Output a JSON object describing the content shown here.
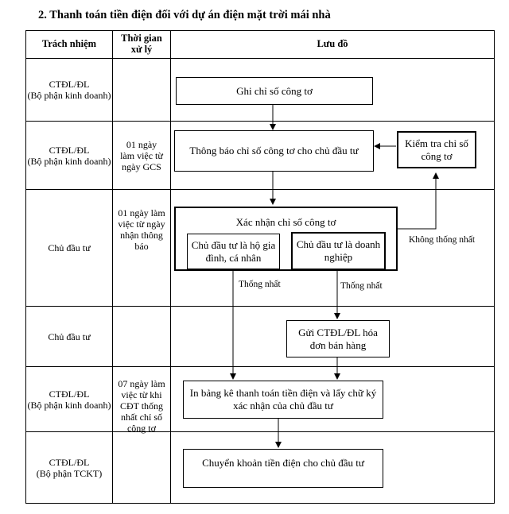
{
  "heading": "2.  Thanh toán tiền điện đối với dự án điện mặt trời mái nhà",
  "table": {
    "headers": {
      "responsibility": "Trách nhiệm",
      "time": "Thời gian xử lý",
      "flowchart": "Lưu đồ"
    },
    "rows": [
      {
        "responsibility": "CTĐL/ĐL\n(Bộ phận kinh doanh)",
        "time": ""
      },
      {
        "responsibility": "CTĐL/ĐL\n(Bộ phận kinh doanh)",
        "time": "01 ngày làm việc từ ngày GCS"
      },
      {
        "responsibility": "Chủ đầu tư",
        "time": "01 ngày làm việc từ ngày nhận thông báo"
      },
      {
        "responsibility": "Chủ đầu tư",
        "time": ""
      },
      {
        "responsibility": "CTĐL/ĐL\n(Bộ phận kinh doanh)",
        "time": "07 ngày làm việc từ khi CĐT thống nhất chỉ số công tơ"
      },
      {
        "responsibility": "CTĐL/ĐL\n(Bộ phận TCKT)",
        "time": ""
      }
    ]
  },
  "flow": {
    "record_meter": "Ghi chỉ số công tơ",
    "notify_owner": "Thông báo chỉ số công tơ cho chủ đầu tư",
    "check_meter": "Kiểm tra chỉ số công tơ",
    "confirm_meter": "Xác nhận chỉ số công tơ",
    "household_owner": "Chủ đầu tư là hộ gia đình, cá nhân",
    "enterprise_owner": "Chủ đầu tư là doanh nghiệp",
    "disagree_label": "Không thống nhất",
    "agree_label_1": "Thống nhất",
    "agree_label_2": "Thống nhất",
    "send_invoice": "Gửi CTĐL/ĐL hóa đơn bán hàng",
    "print_statement": "In bảng kê thanh toán tiền điện và lấy chữ ký xác nhận của chủ đầu tư",
    "transfer_payment": "Chuyển khoản tiền điện cho chủ đầu tư"
  }
}
